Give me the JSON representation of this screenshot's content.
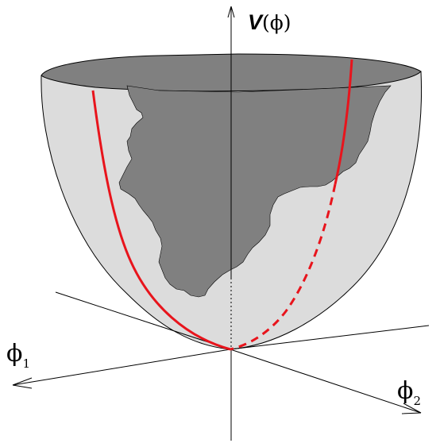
{
  "potential_label": {
    "letter": "V",
    "argument": "(ϕ)"
  },
  "axis_phi1": {
    "symbol": "ϕ",
    "subscript": "1"
  },
  "axis_phi2": {
    "symbol": "ϕ",
    "subscript": "2"
  },
  "colors": {
    "bowl_surface": "#dcdcdc",
    "bowl_interior": "#808080",
    "trajectory": "#e8141c",
    "axes": "#000000"
  }
}
